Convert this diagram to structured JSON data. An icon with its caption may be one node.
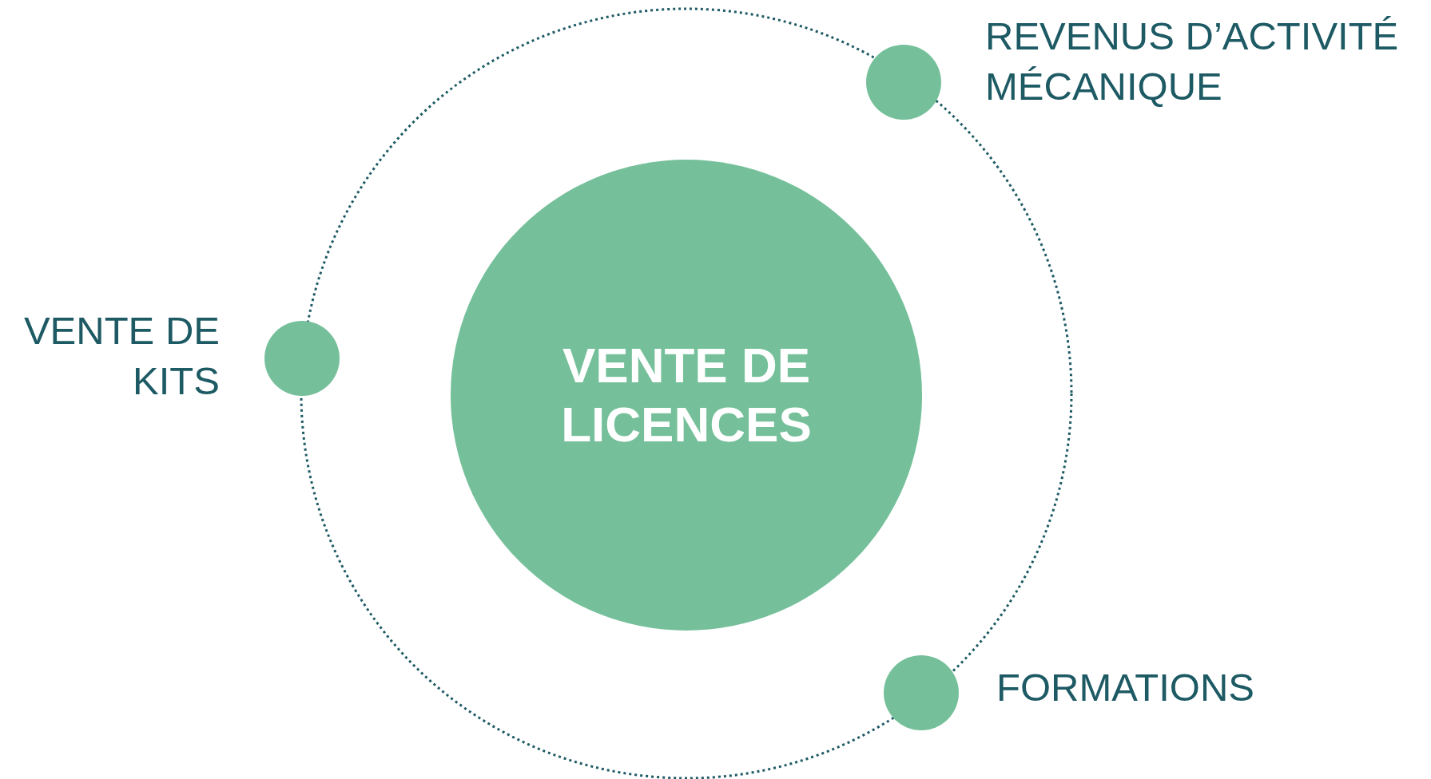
{
  "diagram": {
    "nodes": [
      {
        "text": [],
        "shape": "circle",
        "beside": [
          "REVENUS D’ACTIVITÉ MÉCANIQUE"
        ]
      },
      {
        "text": [],
        "shape": "circle",
        "beside": [
          "VENTE DE KITS"
        ]
      },
      {
        "text": [
          "VENTE DE LICENCES"
        ]
      },
      {
        "text": [],
        "shape": "circle",
        "beside": [
          "FORMATIONS"
        ]
      }
    ]
  }
}
